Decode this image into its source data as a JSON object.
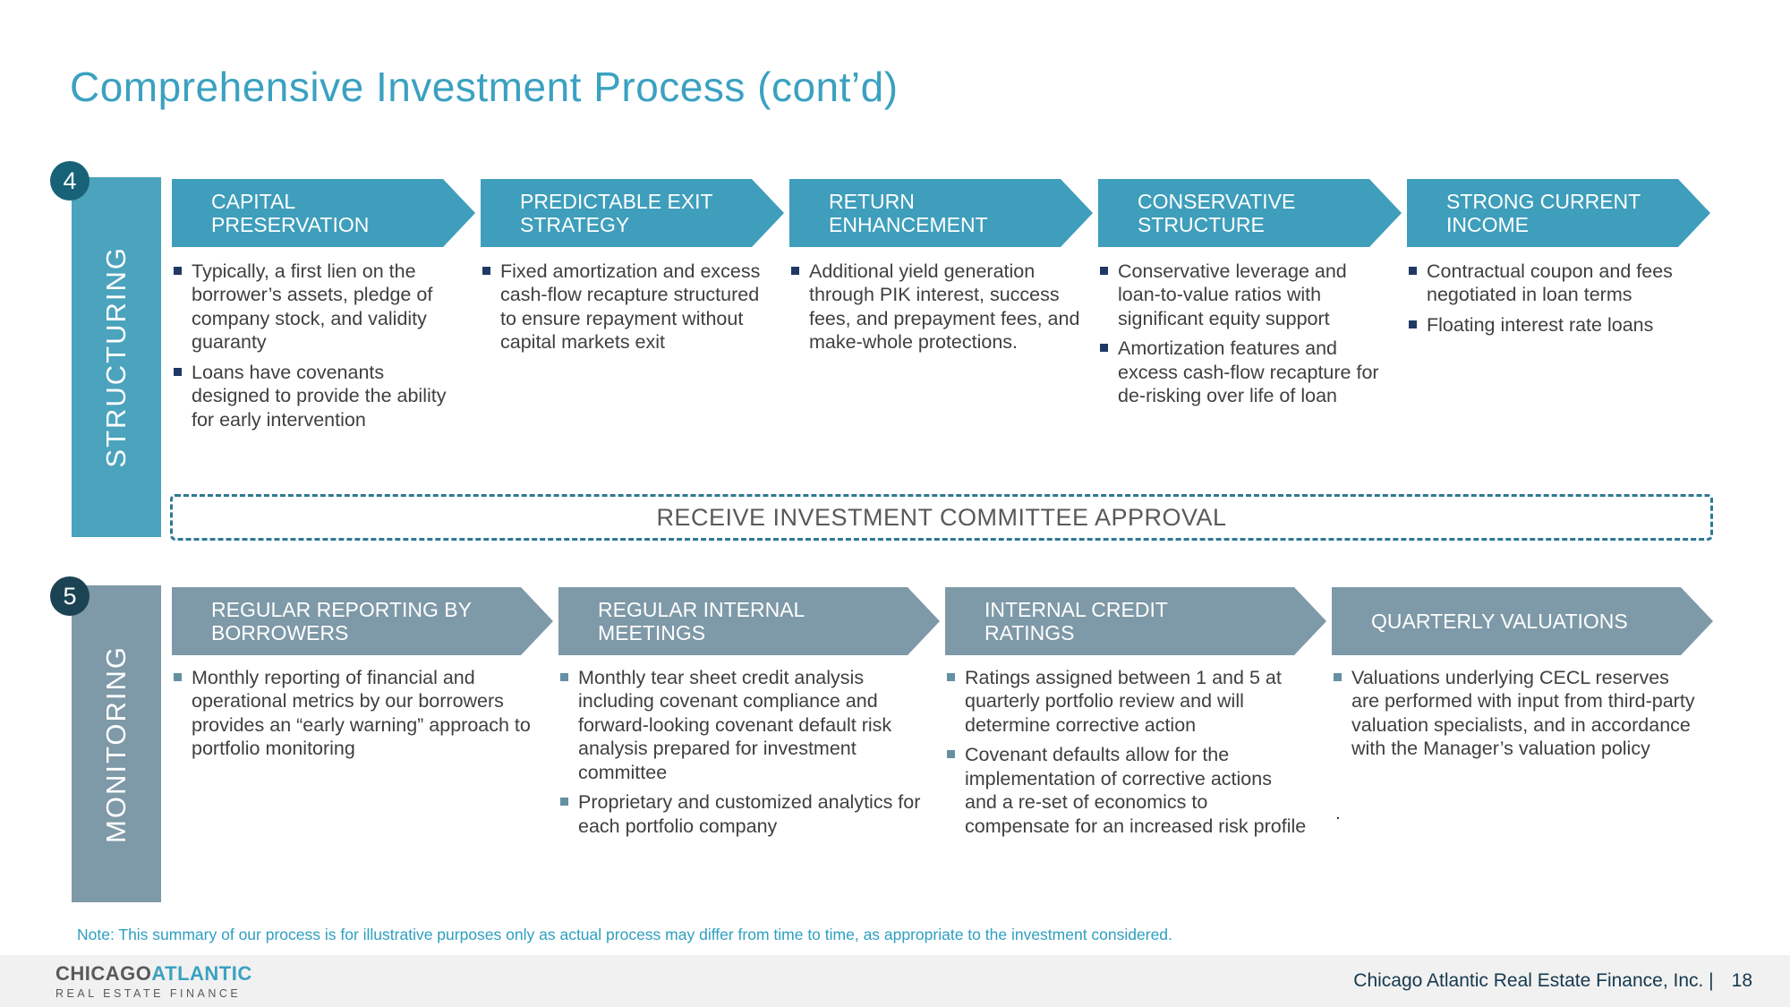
{
  "title": "Comprehensive Investment Process (cont’d)",
  "structuring": {
    "badge": "4",
    "label": "STRUCTURING",
    "columns": [
      {
        "title": "CAPITAL\nPRESERVATION",
        "bullets": [
          "Typically, a first lien on the borrower’s assets, pledge of company stock, and validity guaranty",
          "Loans have covenants designed to provide the ability for early intervention"
        ]
      },
      {
        "title": "PREDICTABLE EXIT\nSTRATEGY",
        "bullets": [
          "Fixed amortization and excess cash-flow recapture structured to ensure repayment without capital markets exit"
        ]
      },
      {
        "title": "RETURN\nENHANCEMENT",
        "bullets": [
          "Additional yield generation through PIK interest, success fees, and prepayment fees, and make-whole protections."
        ]
      },
      {
        "title": "CONSERVATIVE\nSTRUCTURE",
        "bullets": [
          "Conservative leverage and loan-to-value ratios with significant equity support",
          "Amortization features and excess cash-flow recapture for de-risking over life of loan"
        ]
      },
      {
        "title": "STRONG CURRENT\nINCOME",
        "bullets": [
          "Contractual coupon and fees negotiated in loan terms",
          "Floating interest rate loans"
        ]
      }
    ],
    "approval": "RECEIVE INVESTMENT COMMITTEE APPROVAL"
  },
  "monitoring": {
    "badge": "5",
    "label": "MONITORING",
    "columns": [
      {
        "title": "REGULAR REPORTING BY\nBORROWERS",
        "bullets": [
          "Monthly reporting of financial and operational metrics by our borrowers provides an “early warning” approach to portfolio monitoring"
        ]
      },
      {
        "title": "REGULAR INTERNAL\nMEETINGS",
        "bullets": [
          "Monthly tear sheet credit analysis including covenant compliance and forward-looking covenant default risk analysis prepared for investment committee",
          "Proprietary and customized analytics for each portfolio company"
        ]
      },
      {
        "title": "INTERNAL CREDIT\nRATINGS",
        "bullets": [
          "Ratings assigned between 1 and 5 at quarterly portfolio review and will determine corrective action",
          "Covenant defaults allow for the implementation of corrective actions and a re-set of economics to compensate for an increased risk profile"
        ]
      },
      {
        "title": "QUARTERLY VALUATIONS",
        "bullets": [
          "Valuations underlying CECL reserves are performed with input from third-party valuation specialists, and in accordance with the Manager’s valuation policy"
        ]
      }
    ],
    "stray_period": "."
  },
  "note": "Note: This summary of our process is  for illustrative purposes only as actual process may differ from time to time, as appropriate to the investment considered.",
  "footer": {
    "logo_line1_a": "CHICAGO",
    "logo_line1_b": "ATLANTIC",
    "logo_line2": "REAL ESTATE FINANCE",
    "company": "Chicago Atlantic Real Estate Finance, Inc. |",
    "page": "18"
  },
  "colors": {
    "title_teal": "#3ba1c1",
    "arrow_teal": "#3e9ebb",
    "bar_teal": "#4ba3bd",
    "arrow_gray": "#7e99a7",
    "badge_structuring": "#176276",
    "badge_monitoring": "#1b4353",
    "bullet_navy": "#1f3864",
    "bullet_gray": "#6490a2",
    "dashed_border": "#2c7a90",
    "note_teal": "#2e9fc0",
    "footer_bg": "#f1f1f1"
  }
}
